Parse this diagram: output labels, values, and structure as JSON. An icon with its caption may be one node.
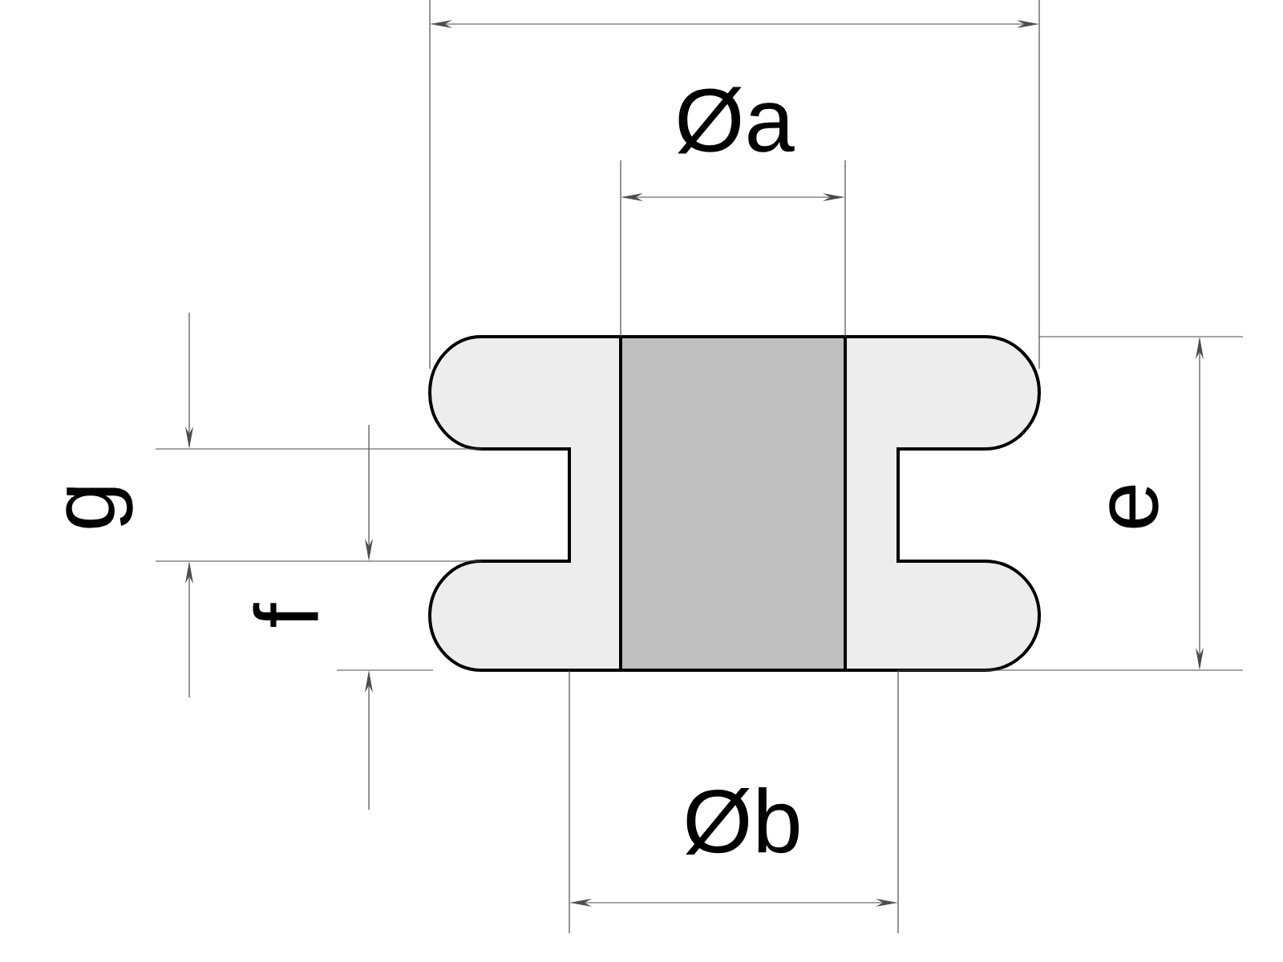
{
  "diagram": {
    "labels": [
      "Øa",
      "g",
      "f",
      "e",
      "Øb"
    ]
  }
}
